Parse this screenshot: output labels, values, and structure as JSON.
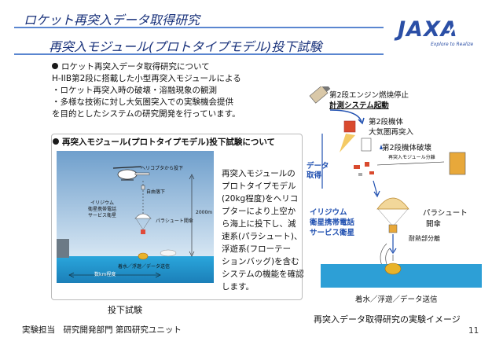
{
  "header": {
    "title_line1": "ロケット再突入データ取得研究",
    "title_line2": "再突入モジュール(プロトタイプモデル)投下試験",
    "logo_text": "JAXA",
    "logo_tagline": "Explore to Realize"
  },
  "intro": {
    "heading": "ロケット再突入データ取得研究について",
    "lines": [
      "H-IIB第2段に搭載した小型再突入モジュールによる",
      "・ロケット再突入時の破壊・溶融現象の観測",
      "・多様な技術に対し大気圏突入での実験機会提供",
      "を目的としたシステムの研究開発を行っています。"
    ]
  },
  "drop_test": {
    "heading": "再突入モジュール(プロトタイプモデル)投下試験について",
    "scene_labels": {
      "helicopter_drop": "ヘリコプタから投下",
      "free_fall": "自由落下",
      "parachute_open": "パラシュート開傘",
      "altitude": "2000m",
      "iridium": "イリジウム\n衛星携帯電話\nサービス衛星",
      "splashdown": "着水／浮遊／データ送信",
      "distance": "数km程度"
    },
    "caption": "投下試験",
    "description": "再突入モジュールの\nプロトタイプモデル\n(20kg程度)をヘリコ\nプターにより上空か\nら海上に投下し、減\n速系(パラシュート)、\n浮遊系(フローテー\nションバッグ)を含む\nシステムの機能を確認\nします。"
  },
  "flow": {
    "engine_stop": "第2段エンジン燃焼停止",
    "measure_start": "計測システム起動",
    "reentry_line1": "第2段機体",
    "reentry_line2": "大気圏再突入",
    "breakup": "第2段機体破壊",
    "module_separation": "再突入モジュール分離",
    "data_acquisition": "データ\n取得",
    "iridium_line1": "イリジウム",
    "iridium_line2": "衛星携帯電話",
    "iridium_line3": "サービス衛星",
    "parachute_line1": "パラシュート",
    "parachute_line2": "開傘",
    "heatshield_sep": "耐熱部分離",
    "splashdown": "着水／浮遊／データ送信"
  },
  "footer": {
    "responsible": "実験担当　研究開発部門 第四研究ユニット",
    "image_caption": "再突入データ取得研究の実験イメージ",
    "page_number": "11"
  },
  "colors": {
    "title": "#17307a",
    "rule": "#5a86d0",
    "accent_blue": "#1f4fb0",
    "sea": "#2d9fd6",
    "sky": "#7fb0d8"
  }
}
